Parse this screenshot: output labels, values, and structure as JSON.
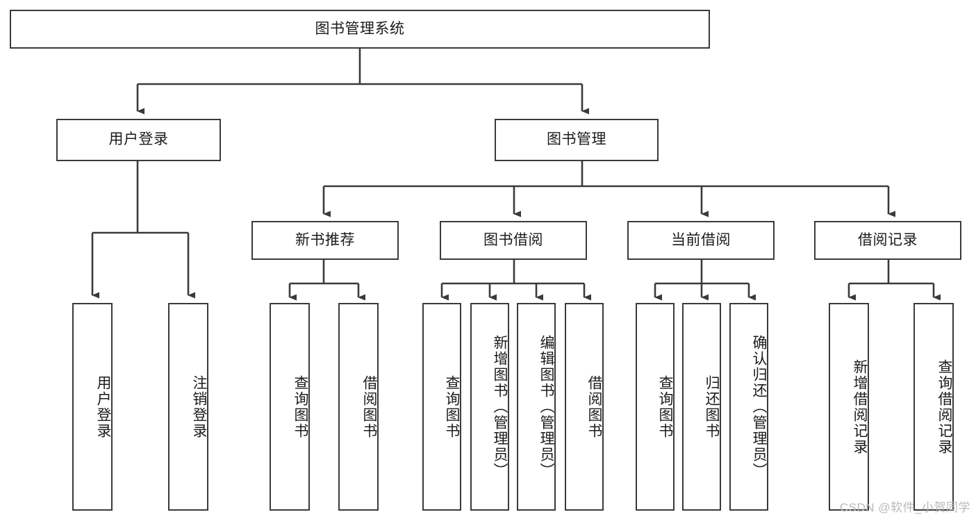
{
  "diagram": {
    "type": "tree",
    "title": "图书管理系统",
    "root": {
      "label": "图书管理系统"
    },
    "level1": [
      {
        "label": "用户登录"
      },
      {
        "label": "图书管理"
      }
    ],
    "level2": [
      {
        "label": "新书推荐"
      },
      {
        "label": "图书借阅"
      },
      {
        "label": "当前借阅"
      },
      {
        "label": "借阅记录"
      }
    ],
    "leaves": {
      "user_login": [
        {
          "label": "用户登录"
        },
        {
          "label": "注销登录"
        }
      ],
      "new_book_rec": [
        {
          "label": "查询图书"
        },
        {
          "label": "借阅图书"
        }
      ],
      "book_borrow": [
        {
          "label": "查询图书"
        },
        {
          "label": "新增图书（管理员）"
        },
        {
          "label": "编辑图书（管理员）"
        },
        {
          "label": "借阅图书"
        }
      ],
      "current_borrow": [
        {
          "label": "查询图书"
        },
        {
          "label": "归还图书"
        },
        {
          "label": "确认归还（管理员）"
        }
      ],
      "borrow_record": [
        {
          "label": "新增借阅记录"
        },
        {
          "label": "查询借阅记录"
        }
      ]
    }
  },
  "watermark": {
    "text": "CSDN @软件_小贺同学"
  },
  "colors": {
    "stroke": "#3a3a3a",
    "fill": "#ffffff",
    "text": "#1b1b1b",
    "watermark": "#b9b9b9"
  }
}
